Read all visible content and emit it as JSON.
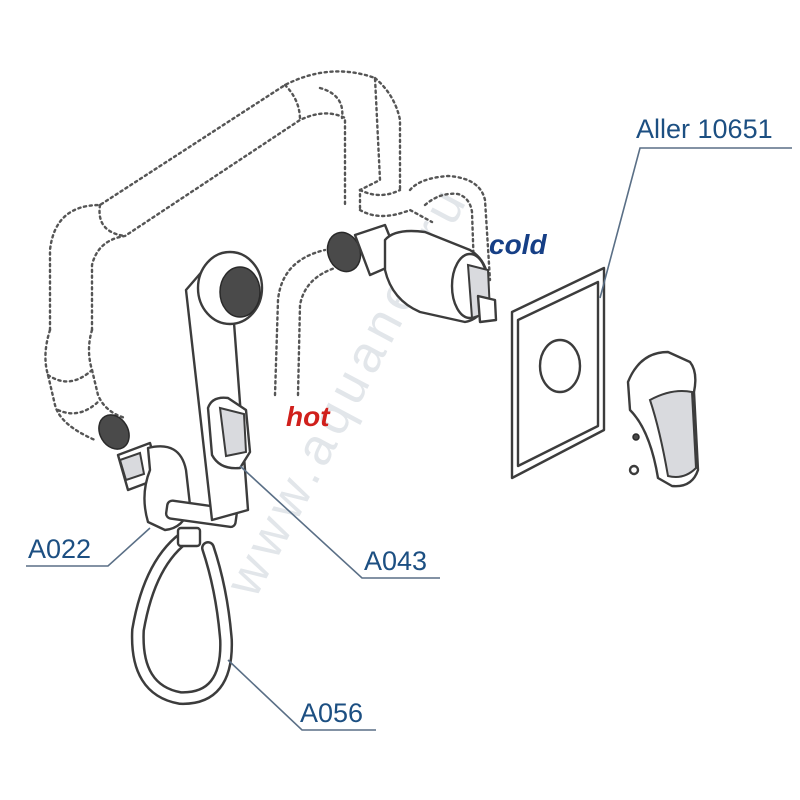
{
  "watermark": "www.aquanet.ru",
  "colors": {
    "label": "#1c4f82",
    "hot": "#d0201c",
    "cold": "#163f86",
    "outline": "#3c3c3c",
    "leader": "#5a6f86"
  },
  "labels": {
    "product": "Aller 10651",
    "hot": "hot",
    "cold": "cold",
    "elbow_connector": "A022",
    "holder": "A043",
    "hose": "A056"
  },
  "parts": [
    {
      "code": "Aller 10651",
      "depicts": "wall plate and lever handle"
    },
    {
      "code": "A022",
      "depicts": "wall elbow connector"
    },
    {
      "code": "A043",
      "depicts": "hand shower holder"
    },
    {
      "code": "A056",
      "depicts": "shower hose"
    }
  ]
}
